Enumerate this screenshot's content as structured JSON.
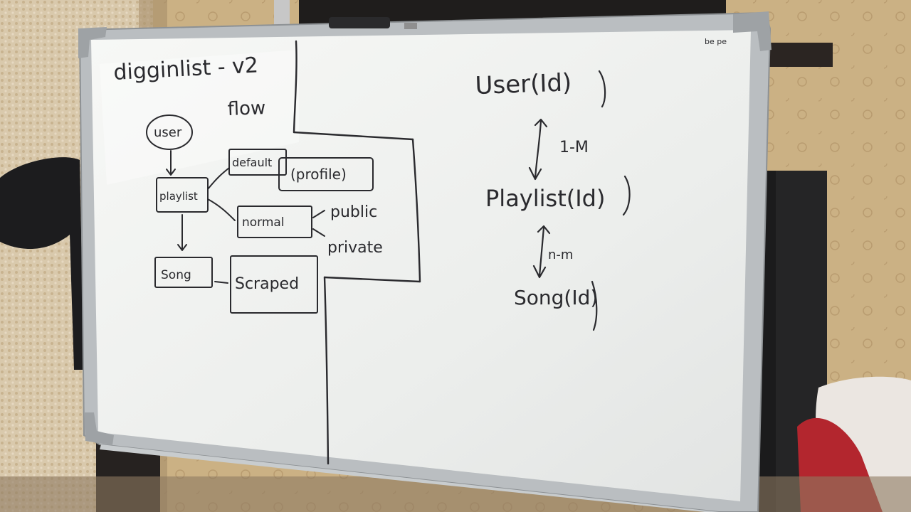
{
  "whiteboard": {
    "title_line1": "digginlist - v2",
    "title_line2": "flow",
    "corner_note": "be pe",
    "flow": {
      "user": "user",
      "playlist": "playlist",
      "default": "default",
      "profile": "(profile)",
      "normal": "normal",
      "public": "public",
      "private": "private",
      "song": "Song",
      "scraped": "Scraped"
    },
    "schema": {
      "user": "User(Id)",
      "rel1": "1-M",
      "playlist": "Playlist(Id)",
      "rel2": "n-m",
      "song": "Song(Id)"
    }
  },
  "colors": {
    "ink": "#2a2a2e",
    "board": "#f2f3f1",
    "frame": "#b8bcbf",
    "wall": "#cdb58c"
  }
}
